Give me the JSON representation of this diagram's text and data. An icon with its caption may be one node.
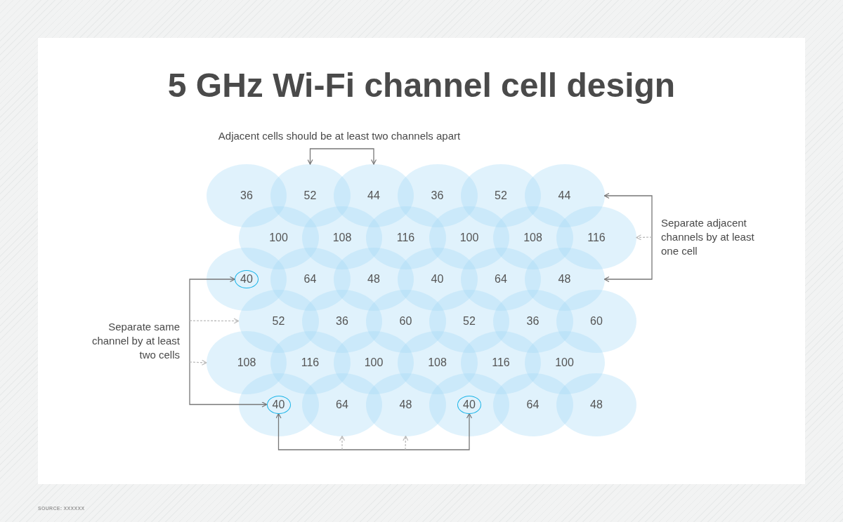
{
  "diagram": {
    "title": "5 GHz Wi-Fi channel cell design",
    "nodes": [
      {
        "text": [
          "36"
        ]
      },
      {
        "text": [
          "52"
        ]
      },
      {
        "text": [
          "44"
        ]
      },
      {
        "text": [
          "36"
        ]
      },
      {
        "text": [
          "52"
        ]
      },
      {
        "text": [
          "44"
        ]
      },
      {
        "text": [
          "100"
        ]
      },
      {
        "text": [
          "108"
        ]
      },
      {
        "text": [
          "116"
        ]
      },
      {
        "text": [
          "100"
        ]
      },
      {
        "text": [
          "108"
        ]
      },
      {
        "text": [
          "116"
        ]
      },
      {
        "text": [],
        "shape": "circle"
      },
      {
        "text": [
          "40"
        ],
        "in": 12
      },
      {
        "text": [
          "64"
        ]
      },
      {
        "text": [
          "48"
        ]
      },
      {
        "text": [
          "40"
        ]
      },
      {
        "text": [
          "64"
        ]
      },
      {
        "text": [
          "48"
        ]
      },
      {
        "text": [
          "52"
        ]
      },
      {
        "text": [
          "36"
        ]
      },
      {
        "text": [
          "60"
        ]
      },
      {
        "text": [
          "52"
        ]
      },
      {
        "text": [
          "36"
        ]
      },
      {
        "text": [
          "60"
        ]
      },
      {
        "text": [
          "108"
        ]
      },
      {
        "text": [
          "116"
        ]
      },
      {
        "text": [
          "100"
        ]
      },
      {
        "text": [
          "108"
        ]
      },
      {
        "text": [
          "116"
        ]
      },
      {
        "text": [
          "100"
        ]
      },
      {
        "text": [],
        "shape": "circle"
      },
      {
        "text": [
          "40"
        ],
        "in": 31
      },
      {
        "text": [
          "64"
        ]
      },
      {
        "text": [
          "48"
        ]
      },
      {
        "text": [],
        "shape": "circle"
      },
      {
        "text": [
          "40"
        ],
        "in": 35
      },
      {
        "text": [
          "64"
        ]
      },
      {
        "text": [
          "48"
        ]
      }
    ],
    "edges": [
      {
        "from": 1,
        "to": 2,
        "arrow": "both"
      },
      {
        "from": 5,
        "to": 18,
        "arrow": "both"
      },
      {
        "from": null,
        "to": 11,
        "arrow": "to",
        "style": "dashed",
        "color": "#bbbbbb"
      },
      {
        "from": 13,
        "to": 32,
        "arrow": "both"
      },
      {
        "from": null,
        "to": 19,
        "arrow": "to",
        "style": "dashed",
        "color": "#bbbbbb"
      },
      {
        "from": null,
        "to": 25,
        "arrow": "to",
        "style": "dashed",
        "color": "#bbbbbb"
      },
      {
        "from": 32,
        "to": 36,
        "arrow": "both"
      },
      {
        "from": null,
        "to": 33,
        "arrow": "to",
        "style": "dashed",
        "color": "#bbbbbb"
      },
      {
        "from": null,
        "to": 34,
        "arrow": "to",
        "style": "dashed",
        "color": "#bbbbbb"
      }
    ],
    "labels": [
      "Adjacent cells should be at least two channels apart",
      "Separate adjacent channels by at least one cell",
      "Separate same channel by at least two cells",
      "SOURCE: XXXXXX"
    ]
  }
}
